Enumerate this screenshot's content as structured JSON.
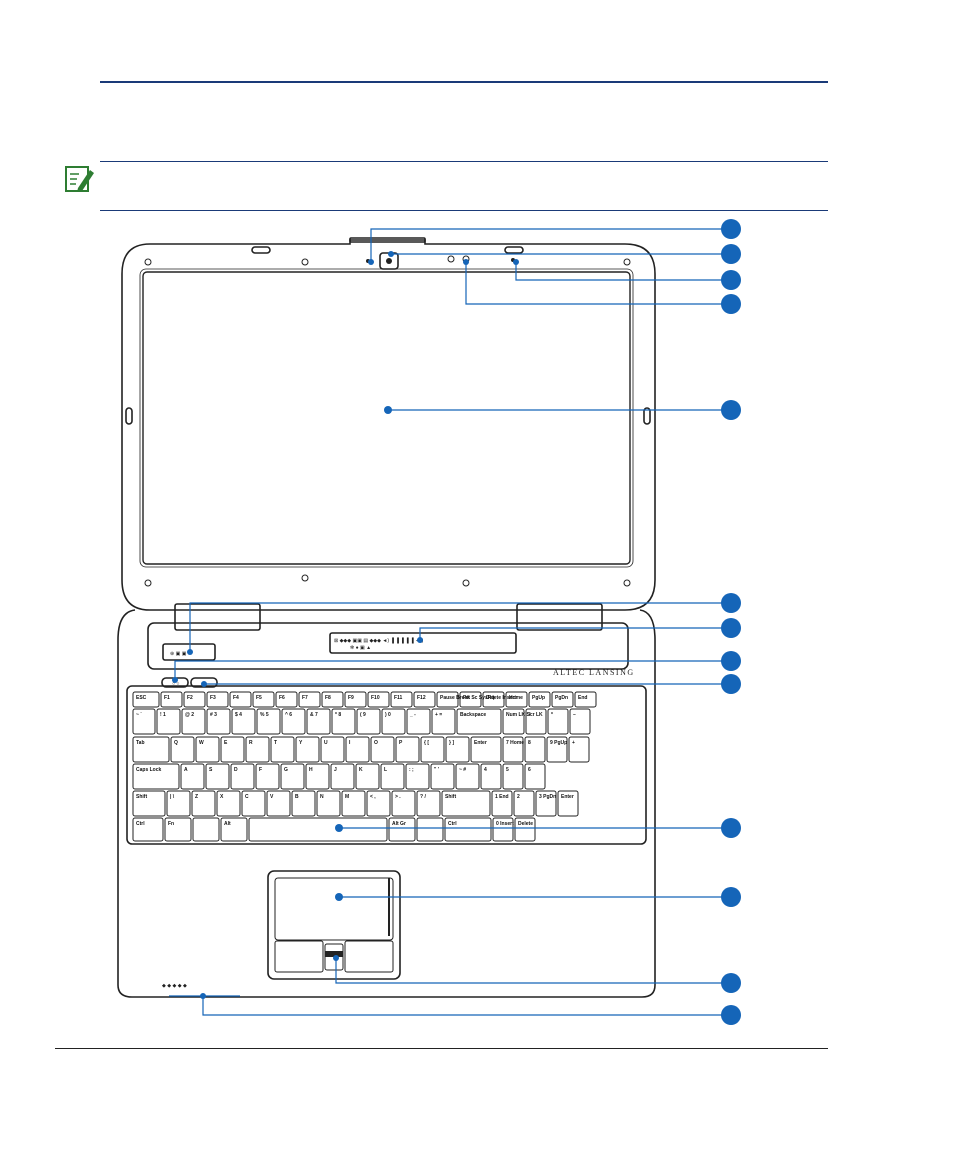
{
  "keyboard": {
    "function_row": [
      "ESC",
      "F1",
      "F2",
      "F3",
      "F4",
      "F5",
      "F6",
      "F7",
      "F8",
      "F9",
      "F10",
      "F11",
      "F12",
      "Pause Break",
      "Prt Sc SysRq",
      "Delete Insert",
      "Home",
      "PgUp",
      "PgDn",
      "End"
    ],
    "number_row": [
      "~ `",
      "! 1",
      "@ 2",
      "# 3",
      "$ 4",
      "% 5",
      "^ 6",
      "& 7",
      "* 8",
      "( 9",
      ") 0",
      "_ -",
      "+ =",
      "Backspace",
      "Num LK Scr LK",
      "/",
      "*",
      "–"
    ],
    "qwerty_row": [
      "Tab",
      "Q",
      "W",
      "E",
      "R",
      "T",
      "Y",
      "U",
      "I",
      "O",
      "P",
      "{ [",
      "} ]",
      "Enter",
      "7 Home",
      "8",
      "9 PgUp",
      "+"
    ],
    "home_row": [
      "Caps Lock",
      "A",
      "S",
      "D",
      "F",
      "G",
      "H",
      "J",
      "K",
      "L",
      ": ;",
      "\" '",
      "~ #",
      "4",
      "5",
      "6"
    ],
    "shift_row": [
      "Shift",
      "| \\",
      "Z",
      "X",
      "C",
      "V",
      "B",
      "N",
      "M",
      "< ,",
      "> .",
      "? /",
      "Shift",
      "1 End",
      "2",
      "3 PgDn",
      "Enter"
    ],
    "bottom_row": [
      "Ctrl",
      "Fn",
      "",
      "Alt",
      "",
      "Alt Gr",
      "",
      "Ctrl",
      "0 Insert",
      "Delete"
    ]
  },
  "brand": "ALTEC LANSING",
  "colors": {
    "callout": "#1565b8",
    "rule": "#1a3a78",
    "note_icon": "#2e7d32"
  },
  "icons": {
    "note": "pencil-note-icon"
  }
}
